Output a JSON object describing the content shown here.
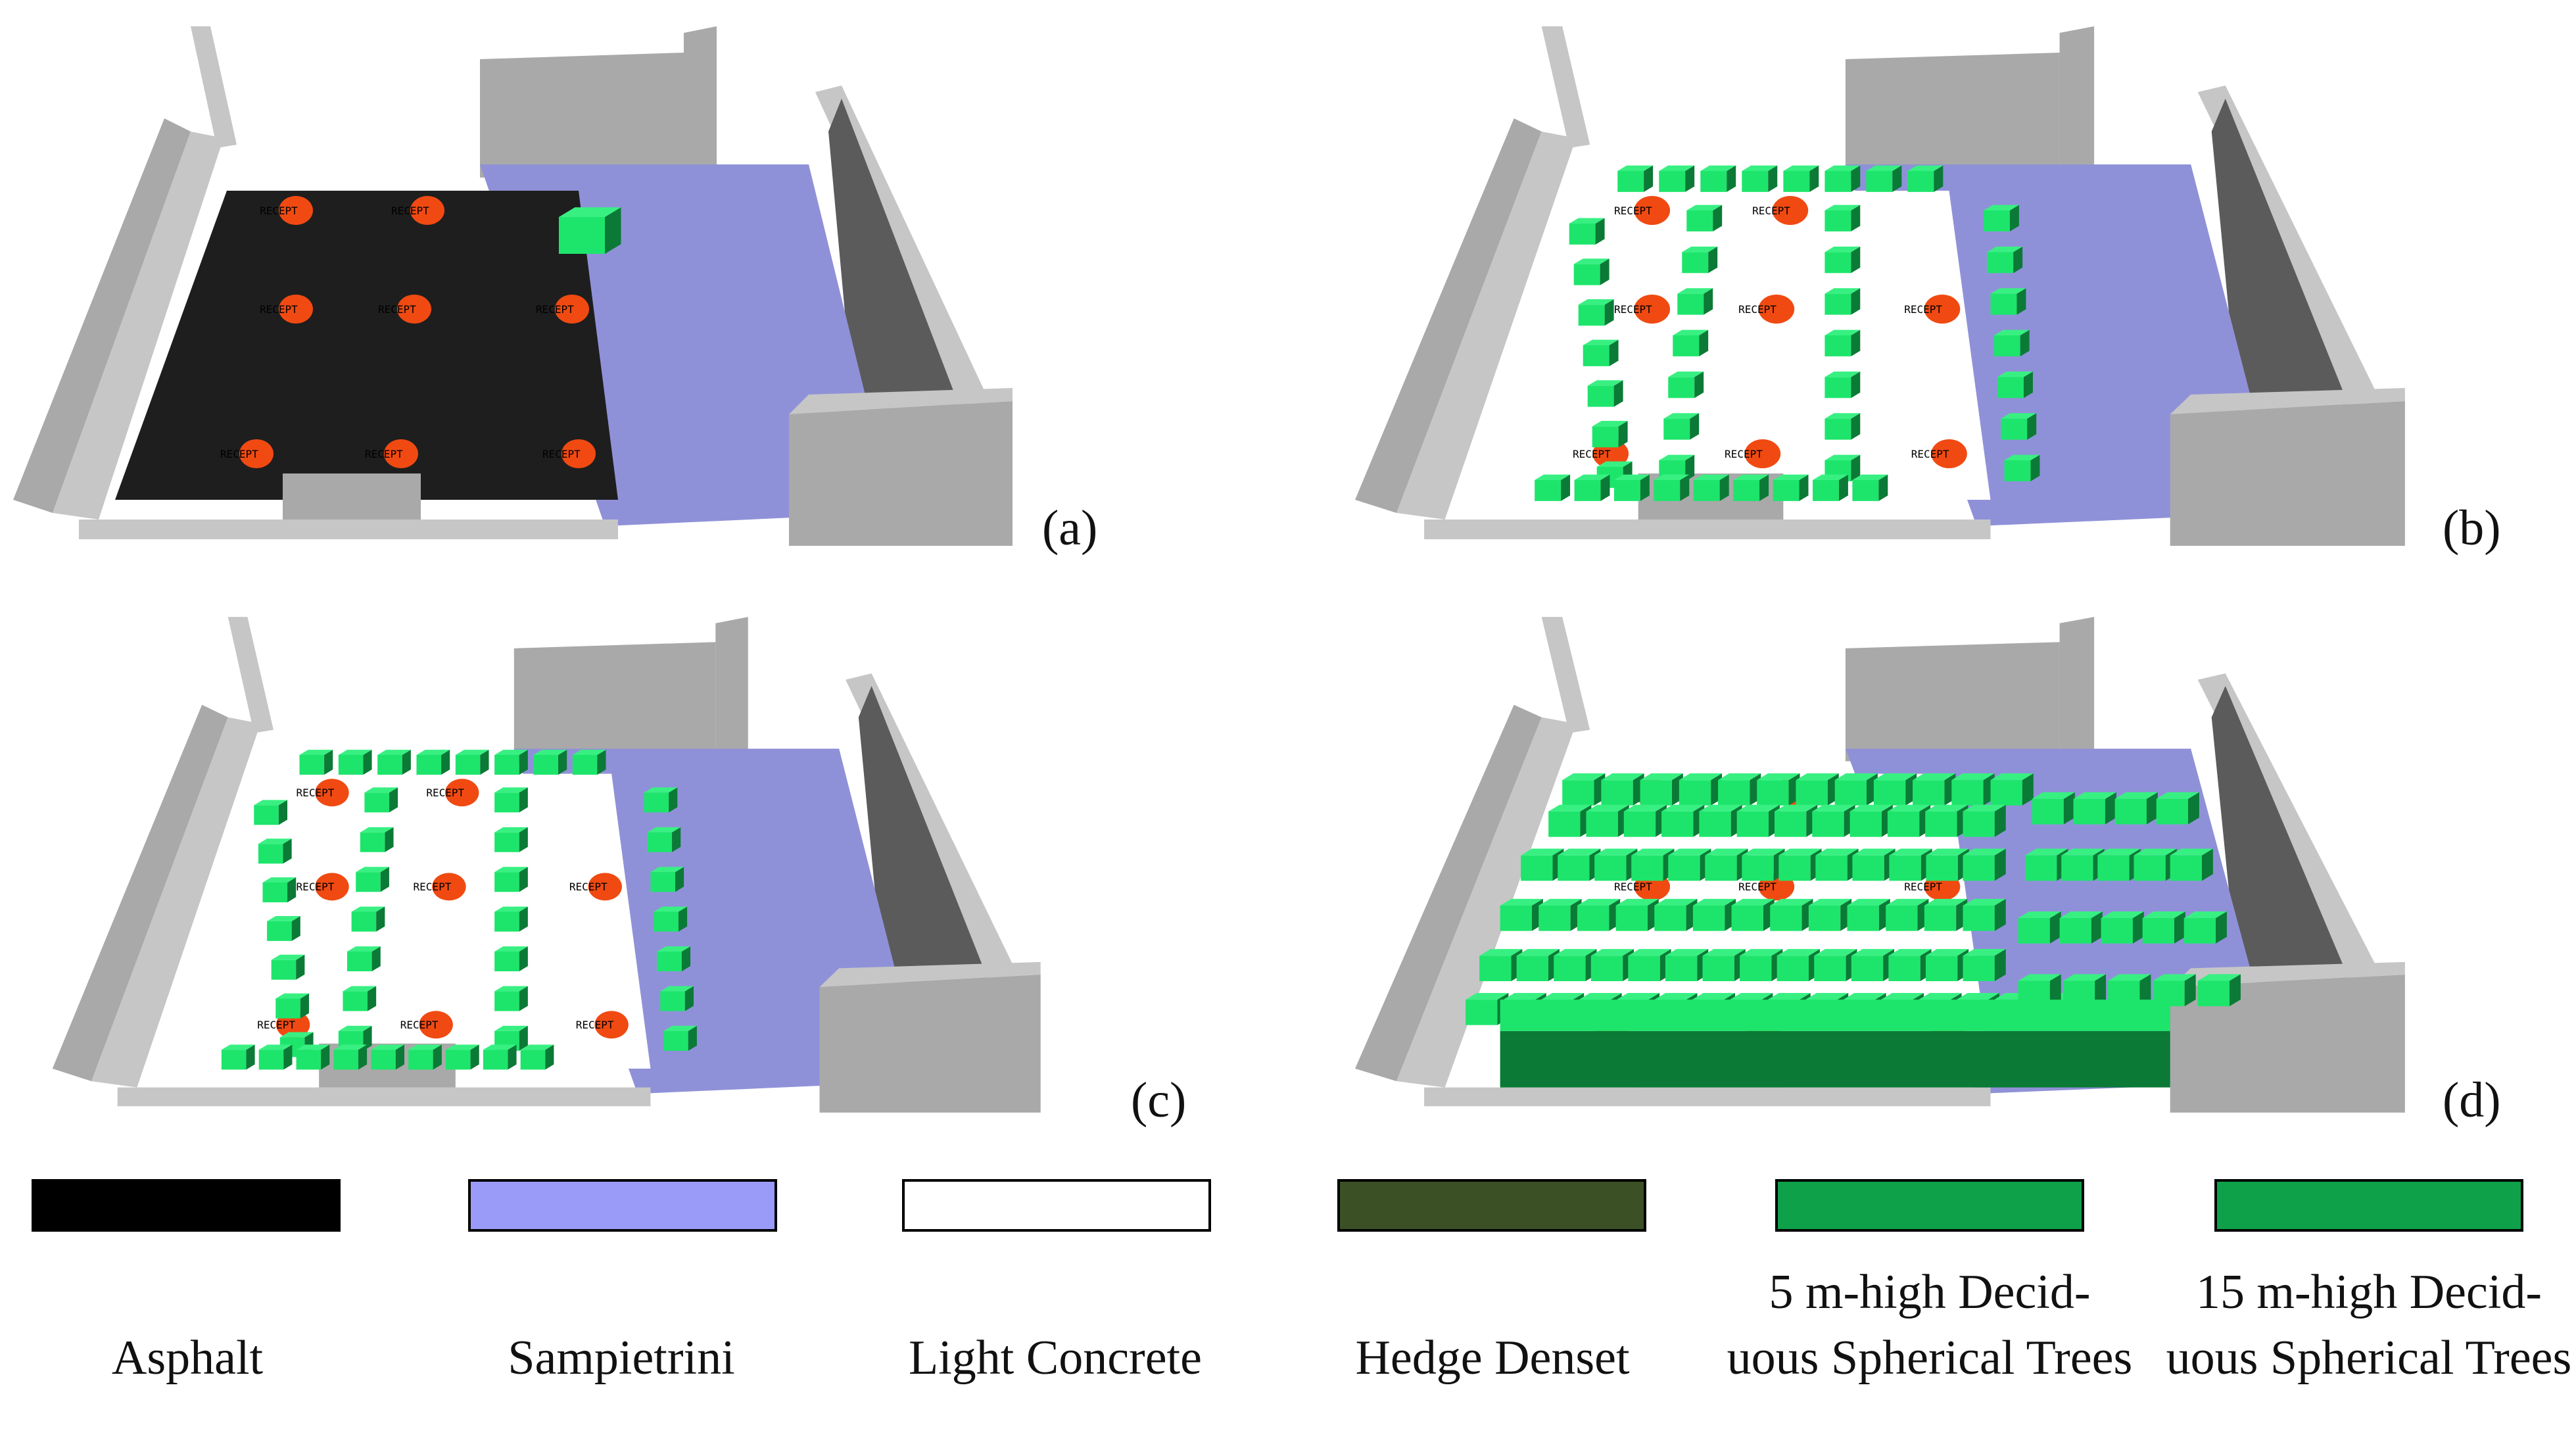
{
  "panels": [
    {
      "id": "a",
      "label": "(a)",
      "surface": "asphalt",
      "vegetation": "none"
    },
    {
      "id": "b",
      "label": "(b)",
      "surface": "light-concrete",
      "vegetation": "5 m trees"
    },
    {
      "id": "c",
      "label": "(c)",
      "surface": "light-concrete",
      "vegetation": "5 m trees"
    },
    {
      "id": "d",
      "label": "(d)",
      "surface": "light-concrete",
      "vegetation": "15 m trees"
    }
  ],
  "receptor_text": "RECEPT",
  "legend": [
    {
      "label": "Asphalt",
      "color": "#000000"
    },
    {
      "label": "Sampietrini",
      "color": "#9a9af8"
    },
    {
      "label": "Light Concrete",
      "color": "#ffffff"
    },
    {
      "label": "Hedge Denset",
      "color": "#3b5125"
    },
    {
      "label": "5 m-high Decid- uous Spherical Trees",
      "color": "#0fa14a"
    },
    {
      "label": "15 m-high Decid- uous Spherical Trees",
      "color": "#0fa14a"
    }
  ],
  "colors": {
    "wall_light": "#a9a9a9",
    "wall_top": "#c6c6c6",
    "wall_dark": "#5b5b5b",
    "sampietrini": "#8f91d8",
    "asphalt": "#1e1e1e",
    "concrete": "#ffffff",
    "tree_light": "#1de56b",
    "tree_dark": "#0b7a36",
    "receptor": "#f04a12",
    "sensor": "#6fe6a0"
  }
}
